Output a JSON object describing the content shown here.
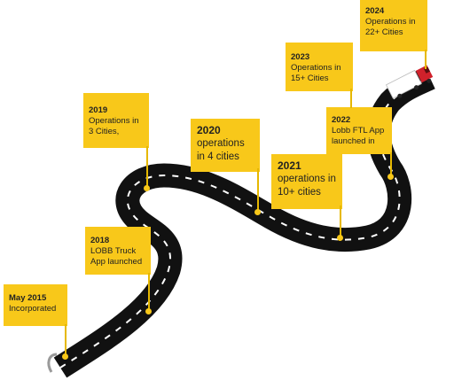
{
  "diagram": {
    "colors": {
      "road": "#111111",
      "road_edge": "#3a3a3a",
      "lane_marks": "#ffffff",
      "flag": "#f8c81a",
      "pole": "#e6b800",
      "truck_body": "#ffffff",
      "truck_cab": "#d0212b"
    },
    "milestones": [
      {
        "year": "May 2015",
        "text": "Incorporated"
      },
      {
        "year": "2018",
        "text": "LOBB Truck App launched"
      },
      {
        "year": "2019",
        "text": "Operations in 3 Cities,"
      },
      {
        "year": "2020",
        "text": "operations in 4 cities"
      },
      {
        "year": "2021",
        "text": "operations in 10+ cities"
      },
      {
        "year": "2022",
        "text": "Lobb FTL App launched in"
      },
      {
        "year": "2023",
        "text": "Operations in 15+ Cities"
      },
      {
        "year": "2024",
        "text": "Operations in 22+ Cities"
      }
    ]
  }
}
